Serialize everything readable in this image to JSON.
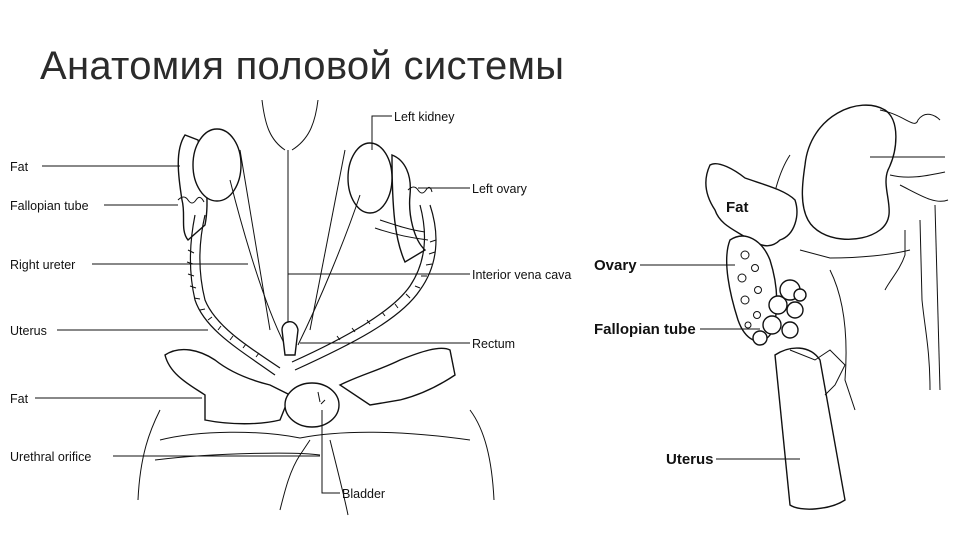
{
  "slide": {
    "title": "Анатомия половой системы"
  },
  "left_diagram": {
    "labels": {
      "fat_top": "Fat",
      "fallopian_tube": "Fallopian tube",
      "right_ureter": "Right ureter",
      "uterus": "Uterus",
      "fat_bottom": "Fat",
      "urethral_orifice": "Urethral orifice",
      "left_kidney": "Left kidney",
      "left_ovary": "Left ovary",
      "inferior_vena_cava": "Interior vena cava",
      "rectum": "Rectum",
      "bladder": "Bladder"
    }
  },
  "right_diagram": {
    "labels": {
      "fat": "Fat",
      "ovary": "Ovary",
      "fallopian_tube": "Fallopian tube",
      "uterus": "Uterus"
    }
  }
}
